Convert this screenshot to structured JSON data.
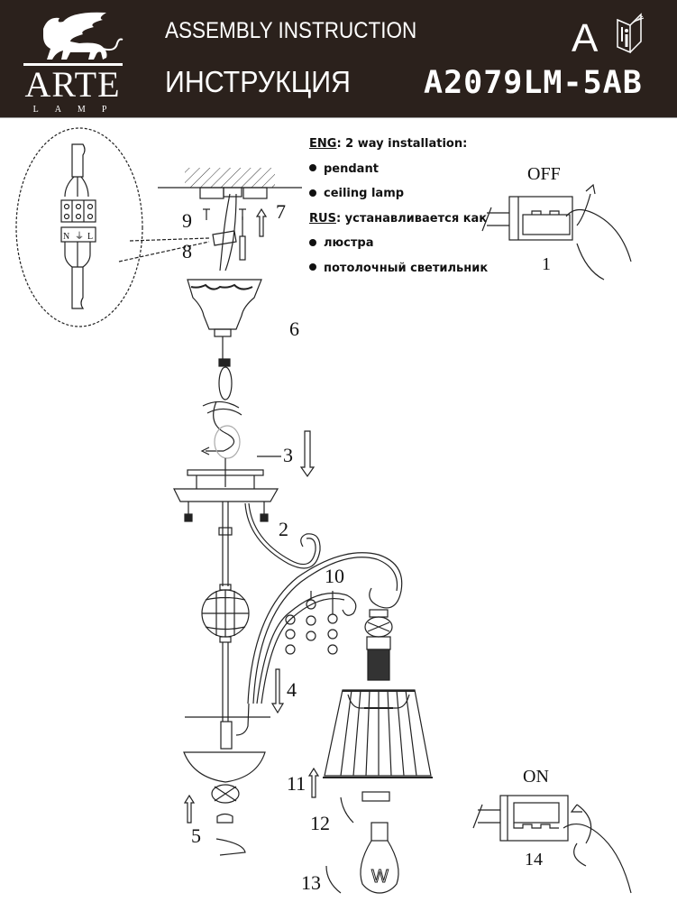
{
  "header": {
    "brand_name": "ARTE",
    "brand_sub": "LAMP",
    "title_en": "ASSEMBLY INSTRUCTION",
    "title_ru": "ИНСТРУКЦИЯ",
    "category_letter": "A",
    "model": "A2079LM-5AB",
    "colors": {
      "background": "#2b211c",
      "text": "#ffffff"
    }
  },
  "instructions": {
    "eng_label": "ENG",
    "eng_text": ": 2 way installation:",
    "eng_items": [
      "pendant",
      "ceiling lamp"
    ],
    "rus_label": "RUS",
    "rus_text": ":  устанавливается как",
    "rus_items": [
      "люстра",
      "потолочный светильник"
    ]
  },
  "switches": {
    "off": {
      "label": "OFF",
      "step": "1"
    },
    "on": {
      "label": "ON",
      "step": "14"
    }
  },
  "terminal_block": {
    "labels": [
      "N",
      "⏚",
      "L"
    ]
  },
  "bulb_mark": "W",
  "step_labels": [
    "2",
    "3",
    "4",
    "5",
    "6",
    "7",
    "8",
    "9",
    "10",
    "11",
    "12",
    "13"
  ]
}
